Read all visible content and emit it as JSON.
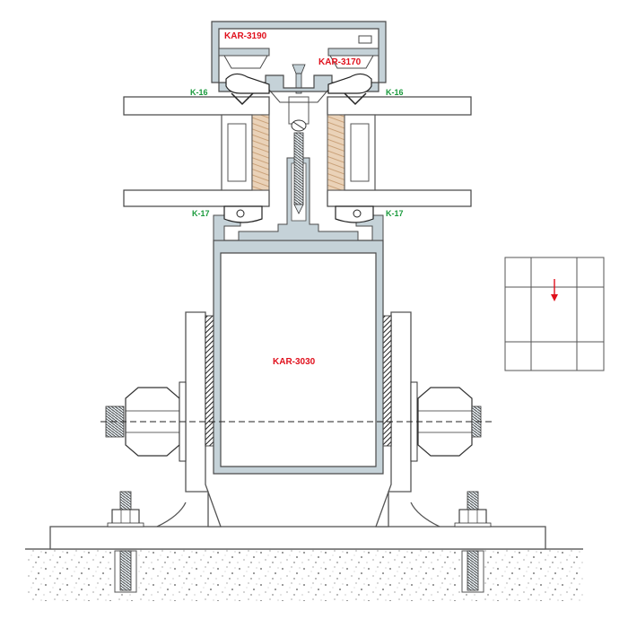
{
  "labels": {
    "top_cap": "KAR-3190",
    "pressure_plate": "KAR-3170",
    "mullion": "KAR-3030",
    "gasket_top_left": "K-16",
    "gasket_top_right": "K-16",
    "gasket_bottom_left": "K-17",
    "gasket_bottom_right": "K-17"
  },
  "colors": {
    "profile_label": "#e0101c",
    "gasket_label": "#1a9a3c",
    "profile_fill": "#c5d2d8",
    "line": "#4a4a4a",
    "arrow": "#e0101c"
  },
  "icons": {
    "location_key_arrow": "down-arrow-icon"
  }
}
